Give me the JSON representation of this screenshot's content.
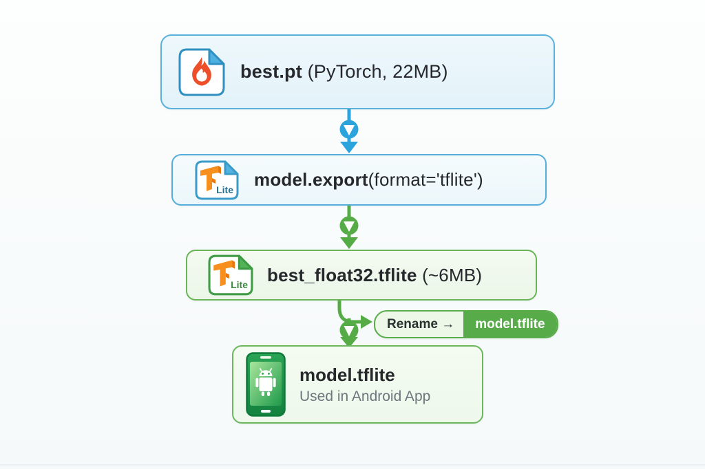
{
  "diagram": {
    "nodes": [
      {
        "title": "best.pt",
        "subtitle": " (PyTorch, 22MB)"
      },
      {
        "title": "model.export",
        "subtitle": "(format='tflite')"
      },
      {
        "title": "best_float32.tflite",
        "subtitle": " (~6MB)"
      },
      {
        "title": "model.tflite",
        "subtitle": "Used in Android App"
      }
    ],
    "badge": {
      "action": "Rename →",
      "value": "model.tflite"
    },
    "icons": {
      "tflite_label": "Lite"
    },
    "colors": {
      "arrow_blue": "#2ba4de",
      "arrow_green": "#55ac47",
      "box_blue_border": "#58b1da",
      "box_green_border": "#68b457",
      "pytorch_orange": "#ee4f2b",
      "tf_orange": "#f78f1e",
      "android_green": "#1f9549",
      "badge_green": "#57ab49",
      "text_dark": "#26282c",
      "text_muted": "#6d757d"
    }
  }
}
